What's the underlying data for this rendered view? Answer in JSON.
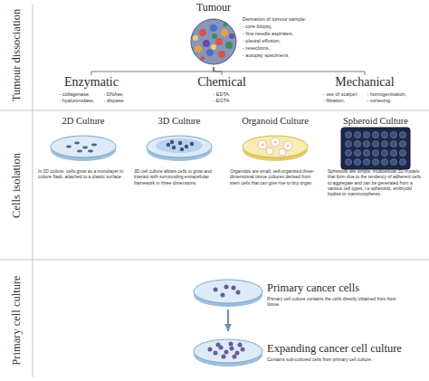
{
  "diagram": {
    "nodes": [
      {
        "text": [
          "Tumour dissociation"
        ]
      },
      {
        "text": [
          "Tumour"
        ],
        "in": 0
      },
      {
        "text": [
          "Enzymatic",
          "- collagenase,",
          "- DNAse,",
          "- hyaluronidase,",
          "- dispase"
        ],
        "in": 0
      },
      {
        "text": [
          "Chemical",
          "- EDTA,",
          "- EGTA"
        ],
        "in": 0
      },
      {
        "text": [
          "Mechanical",
          "- use of scalpel,",
          "- homogenisation,",
          "- filtration,",
          "- vortexing"
        ],
        "in": 0
      },
      {
        "text": [
          "Cells isolation"
        ]
      },
      {
        "text": [
          "2D Culture",
          "In 2D culture, cells grow as a monolayer in culture flask, attached to a plastic surface"
        ],
        "in": 5
      },
      {
        "text": [
          "3D Culture",
          "3D cell culture allows cells to grow and interact with surrounding extracellular framework in three dimensions."
        ],
        "in": 5
      },
      {
        "text": [
          "Organoid Culture",
          "Organoids are small, self-organized three-dimensional tissue cultures derived from stem cells that can give rise to tiny organ."
        ],
        "in": 5
      },
      {
        "text": [
          "Spheroid Culture",
          "Spheroids are simple, multicellular 3D models that form due to the tendency of adherent cells to aggregate and can be generated from a various cell types, i.e spheroids, embryoid bodies or mammospheres."
        ],
        "in": 5
      },
      {
        "text": [
          "Primary cell culture"
        ]
      },
      {
        "text": [
          "Primary cancer cells",
          "Primary cell culture contains the cells directly obtained from host tissue."
        ],
        "in": 10
      },
      {
        "text": [
          "Expanding cancer cell culture",
          "Contains sub-cultured cells from primary cell culture."
        ],
        "in": 10
      }
    ],
    "edges": [
      {
        "from": 1,
        "to": 2,
        "arrow": "none"
      },
      {
        "from": 1,
        "to": 3,
        "arrow": "none"
      },
      {
        "from": 1,
        "to": 4,
        "arrow": "none"
      },
      {
        "from": 11,
        "to": 12,
        "arrow": "to"
      }
    ],
    "labels": [
      "Derivation of tumour sample:",
      "- core biopsy,",
      "- fine-needle aspirates,",
      "- pleural effusion,",
      "- resections,",
      "- autopsy specimens"
    ]
  }
}
